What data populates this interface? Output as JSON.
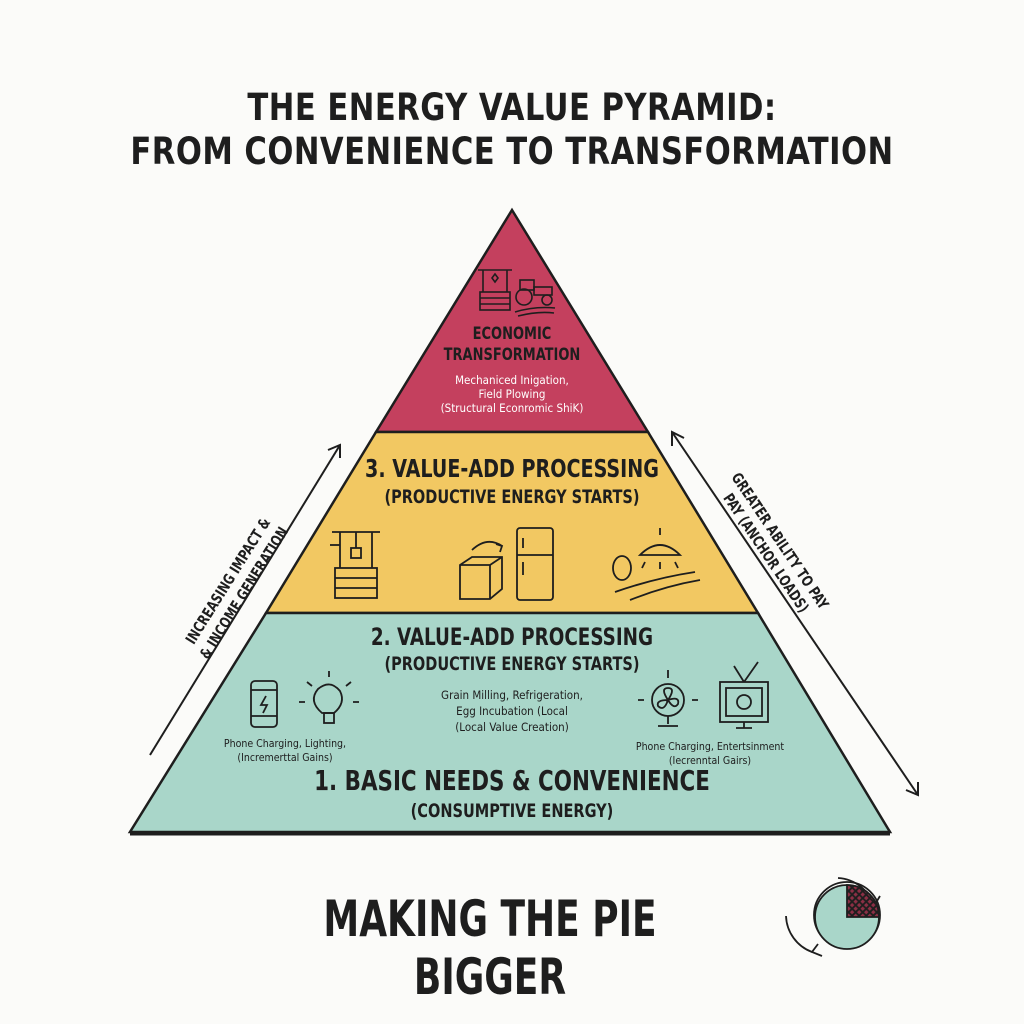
{
  "title": {
    "line1": "THE ENERGY VALUE PYRAMID:",
    "line2": "FROM CONVENIENCE TO TRANSFORMATION"
  },
  "colors": {
    "top": "#c4405e",
    "middle": "#f2c862",
    "bottom": "#a9d6c9",
    "ink": "#1e1e1e"
  },
  "levels": {
    "top": {
      "heading1": "ECONOMIC",
      "heading2": "TRANSFORMATION",
      "desc1": "Mechaniced Inigation,",
      "desc2": "Field Plowing",
      "desc3": "(Structural Econromic ShiK)",
      "icons": [
        "water-well-icon",
        "tractor-icon"
      ]
    },
    "middle": {
      "heading": "3. VALUE-ADD PROCESSING",
      "subheading": "(PRODUCTIVE ENERGY STARTS)",
      "icons": [
        "water-well-icon",
        "grain-block-icon",
        "refrigerator-icon",
        "egg-incubator-icon"
      ]
    },
    "bottom": {
      "heading2": "2. VALUE-ADD PROCESSING",
      "subheading2": "(PRODUCTIVE ENERGY STARTS)",
      "center1": "Grain Milling, Refrigeration,",
      "center2": "Egg Incubation (Local",
      "center3": "(Local Value Creation)",
      "left1": "Phone Charging, Lighting,",
      "left2": "(Incremerttal Gains)",
      "right1": "Phone Charging, Entertsinment",
      "right2": "(Iecrenntal Gairs)",
      "heading1": "1. BASIC NEEDS & CONVENIENCE",
      "subheading1": "(CONSUMPTIVE ENERGY)",
      "icons": [
        "phone-icon",
        "light-bulb-icon",
        "fan-icon",
        "television-icon"
      ]
    }
  },
  "left_arrow": {
    "line1": "INCREASING IMPACT &",
    "line2": "& INCOME GENERATION"
  },
  "right_arrow": {
    "line1": "GREATER ABILITY TO PAY",
    "line2": "PAY (ANCHOR LOADS)"
  },
  "footer": {
    "text": "MAKING THE PIE BIGGER",
    "pie_icon": "growing-pie-icon"
  }
}
